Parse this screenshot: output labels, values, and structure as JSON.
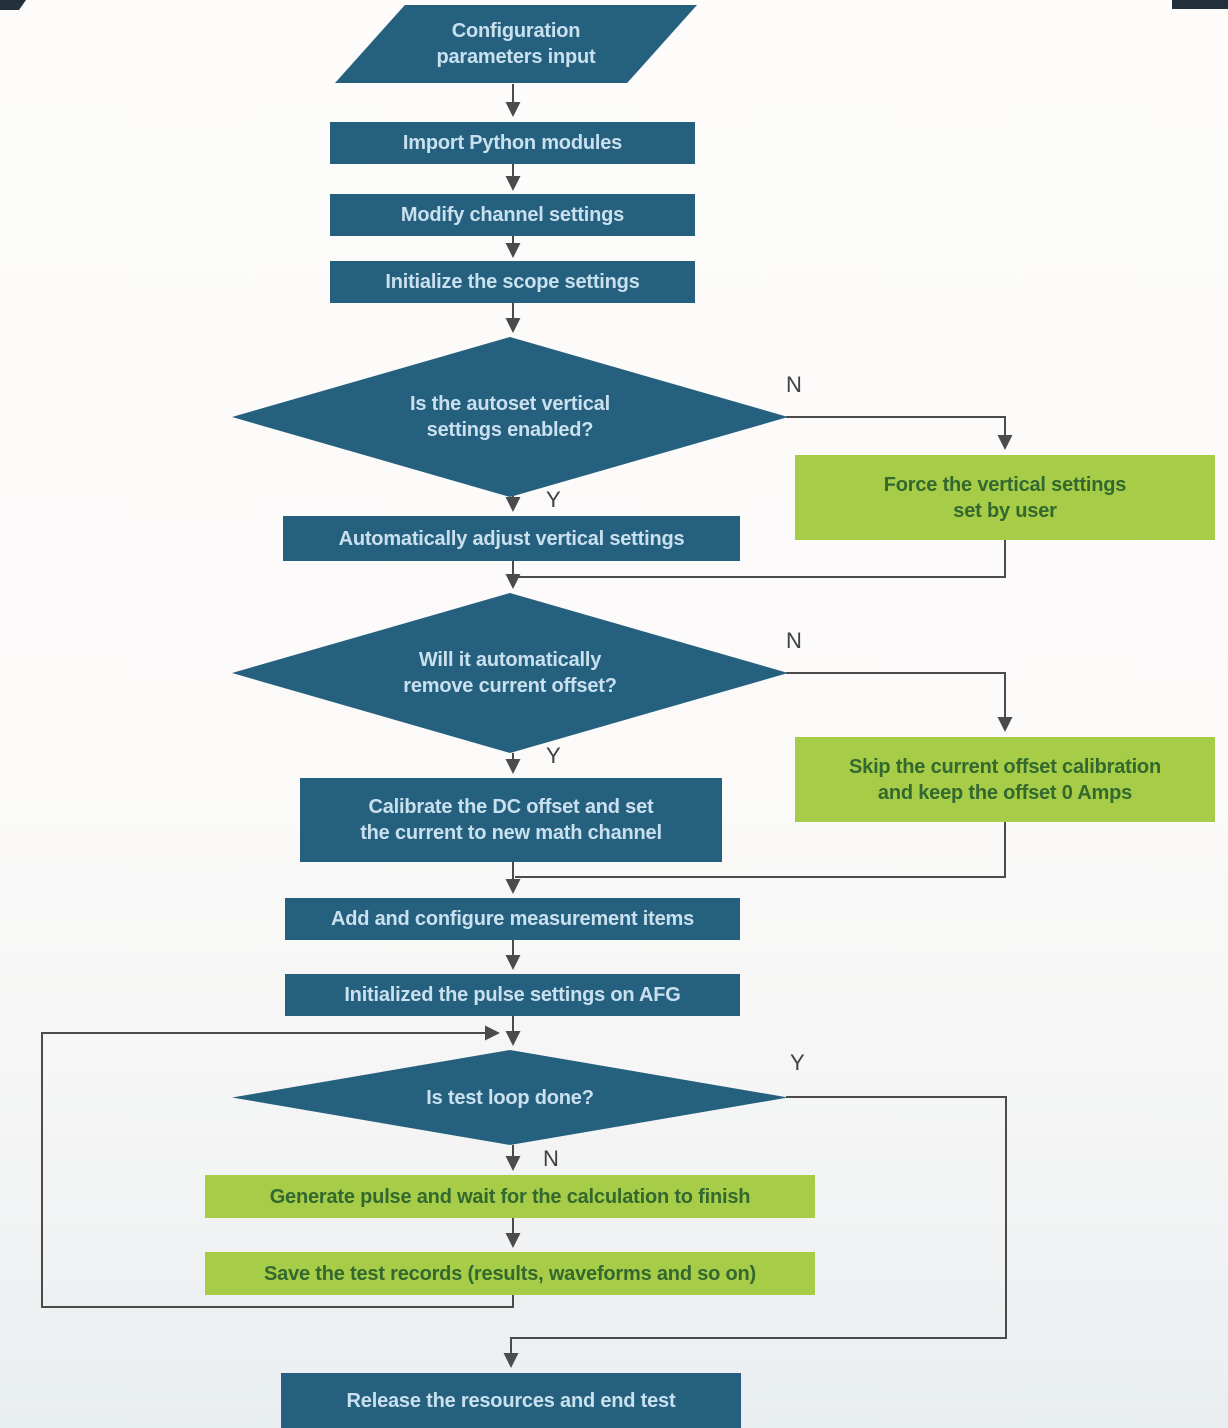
{
  "diagram": {
    "type": "flowchart",
    "colors": {
      "process_fill": "#26607f",
      "process_text": "#c9e0ee",
      "action_fill": "#a6cc48",
      "action_text": "#33682f",
      "connector": "#4b4b4b",
      "branch_label_text": "#3f3f3f",
      "background_top": "#fdfcfb",
      "background_bottom": "#e9eef1"
    },
    "nodes": {
      "start": {
        "type": "input",
        "label": "Configuration\nparameters input"
      },
      "import": {
        "type": "process",
        "label": "Import Python modules"
      },
      "modify": {
        "type": "process",
        "label": "Modify channel settings"
      },
      "initscope": {
        "type": "process",
        "label": "Initialize the scope settings"
      },
      "autoset": {
        "type": "decision",
        "label": "Is the autoset vertical\nsettings enabled?"
      },
      "force": {
        "type": "action",
        "label": "Force the vertical settings\nset by user"
      },
      "autoadjust": {
        "type": "process",
        "label": "Automatically adjust vertical settings"
      },
      "offset": {
        "type": "decision",
        "label": "Will it automatically\nremove current offset?"
      },
      "skip": {
        "type": "action",
        "label": "Skip the current offset calibration\nand keep the offset 0 Amps"
      },
      "calibrate": {
        "type": "process",
        "label": "Calibrate the DC offset and set\nthe current to new math channel"
      },
      "addmeas": {
        "type": "process",
        "label": "Add and configure measurement items"
      },
      "initpulse": {
        "type": "process",
        "label": "Initialized the pulse settings on AFG"
      },
      "loopdone": {
        "type": "decision",
        "label": "Is test loop done?"
      },
      "generate": {
        "type": "action",
        "label": "Generate pulse and wait for the calculation to finish"
      },
      "save": {
        "type": "action",
        "label": "Save the test records (results, waveforms and so on)"
      },
      "release": {
        "type": "process",
        "label": "Release the resources and end test"
      }
    },
    "branch_labels": {
      "autoset_no": "N",
      "autoset_yes": "Y",
      "offset_no": "N",
      "offset_yes": "Y",
      "loop_yes": "Y",
      "loop_no": "N"
    }
  }
}
